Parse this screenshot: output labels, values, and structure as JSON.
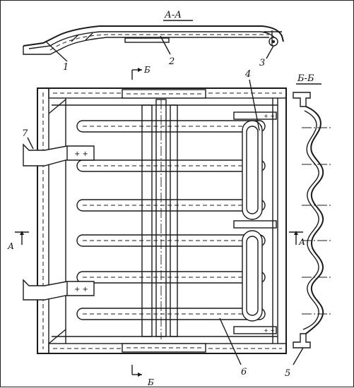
{
  "sections": {
    "aa": "А-А",
    "bb": "Б-Б"
  },
  "cut_marks": {
    "a_left": "А",
    "a_right": "А",
    "b_top": "Б",
    "b_bottom": "Б"
  },
  "callouts": {
    "c1": "1",
    "c2": "2",
    "c3": "3",
    "c4": "4",
    "c5": "5",
    "c6": "6",
    "c7": "7"
  }
}
